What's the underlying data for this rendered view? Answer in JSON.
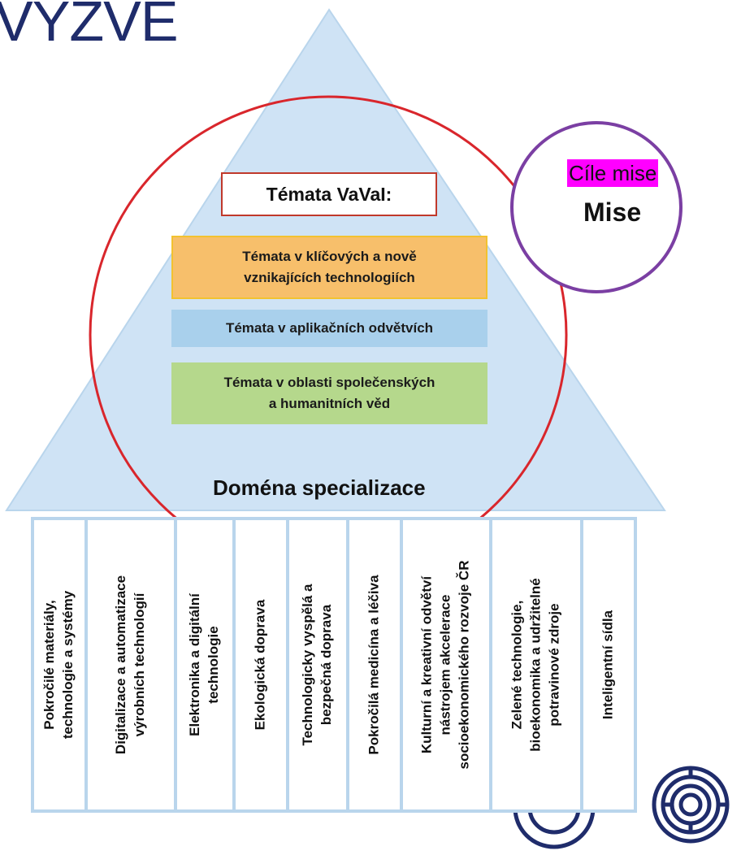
{
  "title": "VÝZVE",
  "diagram": {
    "vavai_label": "Témata VaVaI:",
    "bands": [
      "Témata v klíčových a nově\nvznikajících technologiích",
      "Témata v aplikačních odvětvích",
      "Témata v oblasti společenských\na humanitních věd"
    ],
    "domain_label": "Doména specializace",
    "mission_goal": "Cíle mise",
    "mission_title": "Mise",
    "columns": [
      "Pokročilé materiály,\ntechnologie a systémy",
      "Digitalizace a automatizace\nvýrobních technologií",
      "Elektronika a digitální\ntechnologie",
      "Ekologická doprava",
      "Technologicky vyspělá a\nbezpečná doprava",
      "Pokročilá medicína a léčiva",
      "Kulturní a kreativní odvětví\nnástrojem akcelerace\nsocioekonomického rozvoje ČR",
      "Zelené technologie,\nbioekonomika a udržitelné\npotravinové zdroje",
      "Inteligentní sídla"
    ],
    "colors": {
      "pyramid": "#cfe3f5",
      "circle_red": "#d9262c",
      "circle_purple": "#7b3fa3",
      "band_orange": "#f7bf6b",
      "band_blue": "#a9d0ec",
      "band_green": "#b5d88c",
      "highlight": "#ff00ff",
      "logo": "#1f2c6b"
    }
  }
}
